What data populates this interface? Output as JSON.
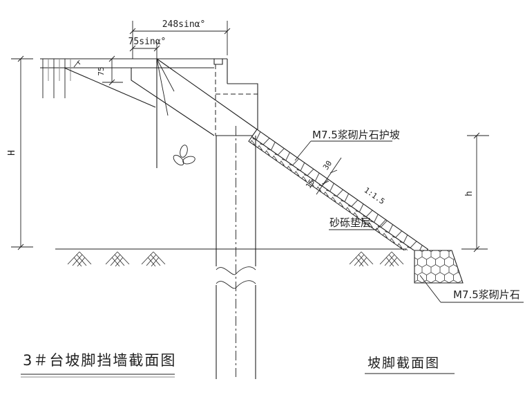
{
  "drawing": {
    "left_view": {
      "title": "3＃台坡脚挡墙截面图",
      "dims": {
        "H": "H",
        "cap_height": "75",
        "top_width": "248sinα°",
        "top_offset": "75sinα°"
      },
      "slope": {
        "masonry_thickness": "30",
        "cushion_thickness": "15",
        "ratio": "1:1.5"
      },
      "labels": {
        "slope_protection": "M7.5浆砌片石护坡",
        "cushion": "砂砾垫层"
      }
    },
    "right_view": {
      "title": "坡脚截面图",
      "dims": {
        "h": "h"
      },
      "labels": {
        "footing": "M7.5浆砌片石"
      }
    },
    "colors": {
      "line": "#1f1f1f",
      "background": "#ffffff"
    }
  }
}
